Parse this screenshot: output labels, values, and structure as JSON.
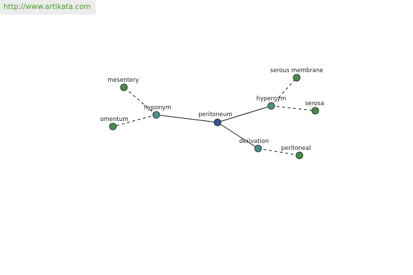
{
  "banner": {
    "url_text": "http://www.artikata.com",
    "text_color": "#4f9a2f",
    "background": "#ececec"
  },
  "graph": {
    "center": "peritoneum",
    "relations": {
      "hyponym": "hyponym",
      "hypernym": "hypernym",
      "derivation": "derivation"
    },
    "words": {
      "mesentery": "mesentery",
      "omentum": "omentum",
      "serous_membrane": "serous membrane",
      "serosa": "serosa",
      "peritoneal": "peritoneal"
    },
    "colors": {
      "center_node": "#3b4f96",
      "relation_node": "#4d8d8c",
      "word_node": "#4b8a4c",
      "node_stroke": "#1e2a1e",
      "edge": "#111111"
    }
  }
}
